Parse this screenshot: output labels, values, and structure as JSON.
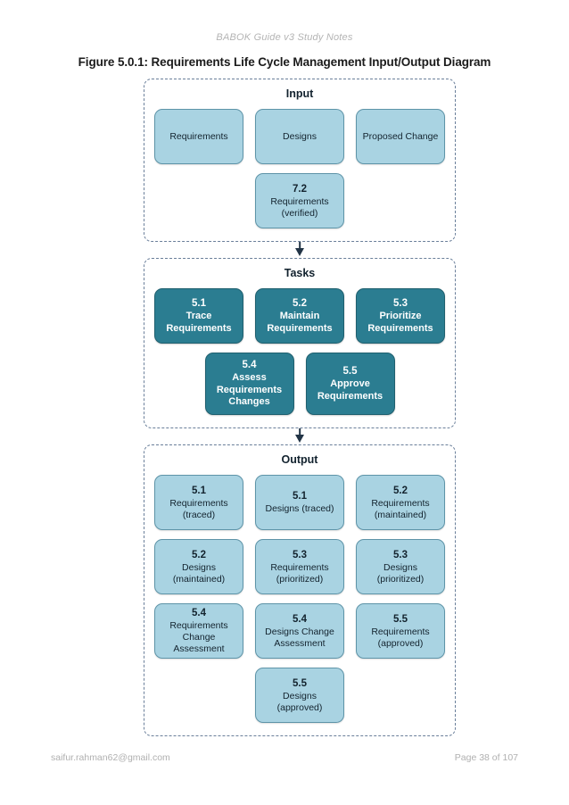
{
  "page": {
    "header": "BABOK Guide v3 Study Notes",
    "figure_title": "Figure 5.0.1: Requirements Life Cycle Management Input/Output Diagram",
    "footer_left": "saifur.rahman62@gmail.com",
    "footer_right": "Page 38 of 107"
  },
  "colors": {
    "light_box_fill": "#a9d3e2",
    "light_box_border": "#5e94a8",
    "dark_box_fill": "#2b7d91",
    "dark_box_border": "#20606f",
    "section_border": "#6a7f9a",
    "arrow": "#223446",
    "header_gray": "#b4b4b4"
  },
  "diagram": {
    "sections": [
      {
        "title": "Input",
        "style": "light",
        "rows": [
          [
            {
              "num": "",
              "lbl": "Requirements"
            },
            {
              "num": "",
              "lbl": "Designs"
            },
            {
              "num": "",
              "lbl": "Proposed Change"
            }
          ],
          [
            {
              "num": "7.2",
              "lbl": "Requirements (verified)"
            }
          ]
        ]
      },
      {
        "title": "Tasks",
        "style": "dark",
        "rows": [
          [
            {
              "num": "5.1",
              "lbl": "Trace Requirements"
            },
            {
              "num": "5.2",
              "lbl": "Maintain Requirements"
            },
            {
              "num": "5.3",
              "lbl": "Prioritize Requirements"
            }
          ],
          [
            {
              "num": "5.4",
              "lbl": "Assess Requirements Changes"
            },
            {
              "num": "5.5",
              "lbl": "Approve Requirements"
            }
          ]
        ]
      },
      {
        "title": "Output",
        "style": "light",
        "rows": [
          [
            {
              "num": "5.1",
              "lbl": "Requirements (traced)"
            },
            {
              "num": "5.1",
              "lbl": "Designs (traced)"
            },
            {
              "num": "5.2",
              "lbl": "Requirements (maintained)"
            }
          ],
          [
            {
              "num": "5.2",
              "lbl": "Designs (maintained)"
            },
            {
              "num": "5.3",
              "lbl": "Requirements (prioritized)"
            },
            {
              "num": "5.3",
              "lbl": "Designs (prioritized)"
            }
          ],
          [
            {
              "num": "5.4",
              "lbl": "Requirements Change Assessment"
            },
            {
              "num": "5.4",
              "lbl": "Designs Change Assessment"
            },
            {
              "num": "5.5",
              "lbl": "Requirements (approved)"
            }
          ],
          [
            {
              "num": "5.5",
              "lbl": "Designs (approved)"
            }
          ]
        ]
      }
    ],
    "arrows": [
      {
        "from": "Input",
        "to": "Tasks"
      },
      {
        "from": "Tasks",
        "to": "Output"
      }
    ]
  }
}
